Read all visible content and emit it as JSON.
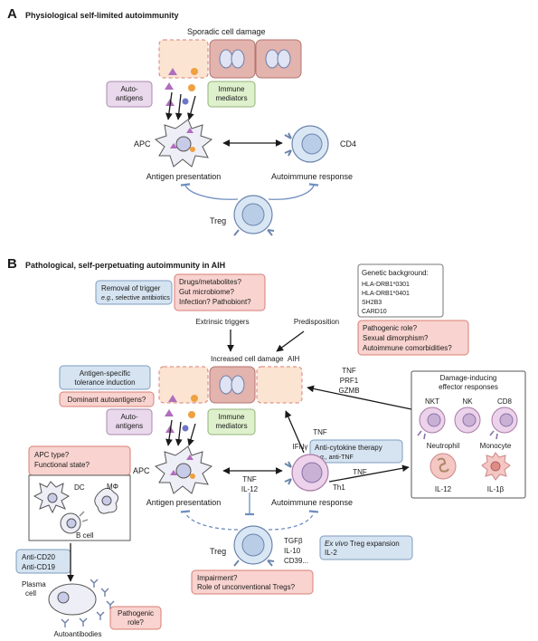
{
  "colors": {
    "pink_fill": "#f8d3cf",
    "pink_stroke": "#d97f76",
    "blue_fill": "#d6e4f1",
    "blue_stroke": "#7d9cc0",
    "green_fill": "#def0cc",
    "purple_fill": "#ead8ec",
    "cell_fill": "#e3b3ae",
    "peach_fill": "#fbe4d1",
    "apc_fill": "#eeeef6",
    "lymph_fill": "#d9e6f4",
    "th1_fill": "#ecd2ea"
  },
  "panel_a": {
    "letter": "A",
    "title": "Physiological self-limited autoimmunity",
    "cell_damage_label": "Sporadic cell damage",
    "autoantigens_line1": "Auto-",
    "autoantigens_line2": "antigens",
    "immune_mediators_line1": "Immune",
    "immune_mediators_line2": "mediators",
    "apc_label": "APC",
    "cd4_label": "CD4",
    "antigen_presentation": "Antigen presentation",
    "autoimmune_response": "Autoimmune response",
    "treg_label": "Treg"
  },
  "panel_b": {
    "letter": "B",
    "title": "Pathological, self-perpetuating autoimmunity in AIH",
    "removal_line1": "Removal of trigger",
    "removal_line2_prefix": "e.g.,",
    "removal_line2_rest": " selective antibiotics",
    "drugs_line1": "Drugs/metabolites?",
    "drugs_line2": "Gut microbiome?",
    "drugs_line3": "Infection? Pathobiont?",
    "genetic_title": "Genetic background:",
    "genetic_items": [
      "HLA-DRB1*0301",
      "HLA-DRB1*0401",
      "SH2B3",
      "CARD10"
    ],
    "pathogenic_line1": "Pathogenic role?",
    "pathogenic_line2": "Sexual dimorphism?",
    "pathogenic_line3": "Autoimmune comorbidities?",
    "extrinsic_triggers": "Extrinsic triggers",
    "predisposition": "Predisposition",
    "increased_cell_damage": "Increased cell damage",
    "aih": "AIH",
    "antigen_specific_line1": "Antigen-specific",
    "antigen_specific_line2": "tolerance induction",
    "dominant_autoantigens": "Dominant autoantigens?",
    "autoantigens_line1": "Auto-",
    "autoantigens_line2": "antigens",
    "immune_mediators_line1": "Immune",
    "immune_mediators_line2": "mediators",
    "cytokines_tnf": "TNF",
    "cytokines_prf1": "PRF1",
    "cytokines_gzmb": "GZMB",
    "effector_title_line1": "Damage-inducing",
    "effector_title_line2": "effector responses",
    "nkt": "NKT",
    "nk": "NK",
    "cd8": "CD8",
    "neutrophil": "Neutrophil",
    "monocyte": "Monocyte",
    "il12_neut": "IL-12",
    "il1b": "IL-1β",
    "ifng": "IFNγ",
    "tnf_mid": "TNF",
    "anti_cytokine_line1": "Anti-cytokine therapy",
    "anti_cytokine_prefix": "e.g.,",
    "anti_cytokine_rest": " anti-TNF",
    "tnf_right": "TNF",
    "apc_type_line1": "APC type?",
    "apc_type_line2": "Functional state?",
    "dc": "DC",
    "mphi": "MΦ",
    "b_cell": "B cell",
    "apc_label": "APC",
    "tnf_center": "TNF",
    "il12_center": "IL-12",
    "th1_label": "Th1",
    "antigen_presentation": "Antigen presentation",
    "autoimmune_response": "Autoimmune response",
    "anti_cd20": "Anti-CD20",
    "anti_cd19": "Anti-CD19",
    "treg_label": "Treg",
    "tgfb": "TGFβ",
    "il10": "IL-10",
    "cd39": "CD39...",
    "exvivo_italic": "Ex vivo",
    "exvivo_rest": " Treg expansion",
    "il2": "IL-2",
    "plasma_line1": "Plasma",
    "plasma_line2": "cell",
    "autoantibodies": "Autoantibodies",
    "pathogenic_role_line1": "Pathogenic",
    "pathogenic_role_line2": "role?",
    "impairment_line1": "Impairment?",
    "impairment_line2": "Role of unconventional Tregs?"
  }
}
